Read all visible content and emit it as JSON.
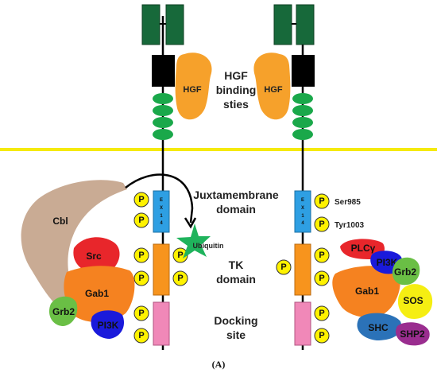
{
  "labels": {
    "hgf_binding_line1": "HGF",
    "hgf_binding_line2": "binding",
    "hgf_binding_line3": "sties",
    "juxtamembrane_line1": "Juxtamembrane",
    "juxtamembrane_line2": "domain",
    "tk_line1": "TK",
    "tk_line2": "domain",
    "docking_line1": "Docking",
    "docking_line2": "site",
    "caption": "(A)"
  },
  "ligand": "HGF",
  "exon_label": [
    "E",
    "X",
    "1",
    "4"
  ],
  "phospho_label": "P",
  "left_adapters": {
    "cbl": "Cbl",
    "src": "Src",
    "gab1": "Gab1",
    "grb2": "Grb2",
    "pi3k": "PI3K",
    "ubiquitin": "Ubiquitin"
  },
  "right_adapters": {
    "plcy": "PLCγ",
    "pi3k": "PI3K",
    "grb2": "Grb2",
    "gab1": "Gab1",
    "sos": "SOS",
    "shc": "SHC",
    "shp2": "SHP2"
  },
  "sites": {
    "ser": "Ser985",
    "tyr": "Tyr1003"
  },
  "colors": {
    "membrane": "#f5ea0d",
    "sema_green": "#17693a",
    "ig_green": "#1aa84a",
    "hgf_orange": "#f6a12b",
    "exon14_blue": "#2e9fe3",
    "tk_orange": "#f7941d",
    "docking_pink": "#f088b8",
    "phospho_yellow": "#fff200",
    "cbl_tan": "#c9ab94",
    "src_red": "#e8262b",
    "gab1_orange": "#f58220",
    "grb2_green": "#6abf45",
    "pi3k_blue": "#1a1adb",
    "ubiquitin_green": "#1fb35c",
    "shc_blue": "#2b72b8",
    "shp2_purple": "#9a2d8f",
    "sos_yellow": "#f5ee12"
  }
}
